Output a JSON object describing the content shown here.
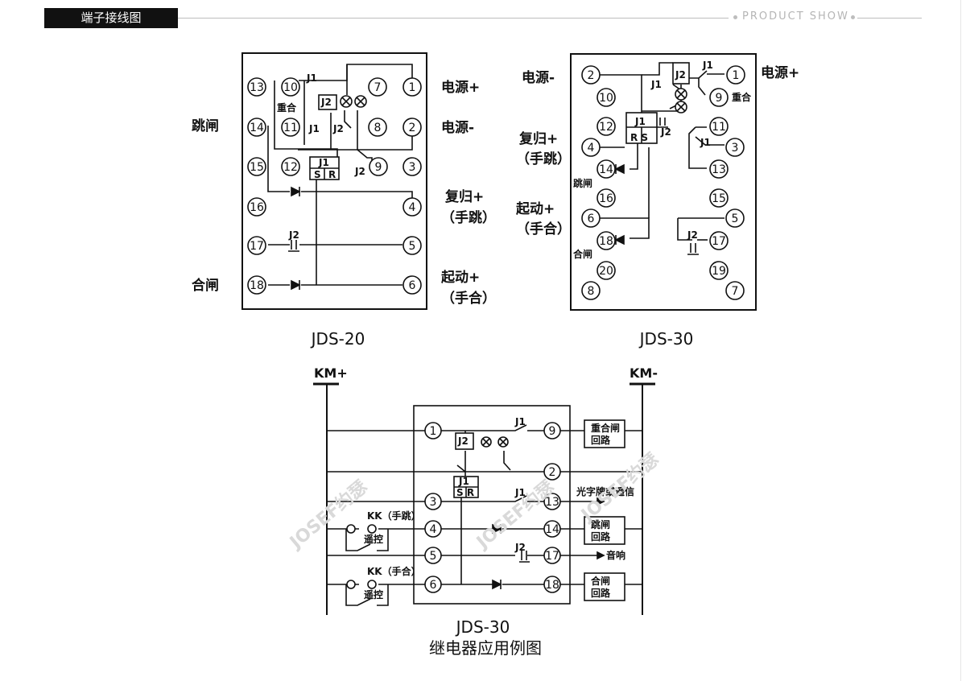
{
  "header": {
    "section_title": "端子接线图",
    "product_show": "PRODUCT SHOW"
  },
  "jds20": {
    "caption": "JDS-20",
    "left_labels": {
      "trip": "跳闸",
      "close": "合闸"
    },
    "right_labels": {
      "power_plus": "电源+",
      "power_minus": "电源-",
      "reset": "复归+",
      "reset_sub": "（手跳）",
      "start": "起动+",
      "start_sub": "（手合）"
    },
    "inner": {
      "j1": "J1",
      "j2": "J2",
      "reclose": "重合",
      "j1_contact": "J1",
      "j2_contact": "J2",
      "j1_relay": "J1",
      "s": "S",
      "r": "R",
      "j2_coil": "J2",
      "j2_bottom": "J2"
    },
    "terminals": [
      "13",
      "10",
      "7",
      "1",
      "11",
      "8",
      "2",
      "14",
      "15",
      "12",
      "9",
      "3",
      "4",
      "16",
      "17",
      "5",
      "18",
      "6"
    ]
  },
  "jds30": {
    "caption": "JDS-30",
    "left_labels": {
      "power_minus": "电源-",
      "reset": "复归+",
      "reset_sub": "（手跳）",
      "start": "起动+",
      "start_sub": "（手合）",
      "trip": "跳闸",
      "close": "合闸"
    },
    "right_labels": {
      "power_plus": "电源+",
      "reclose": "重合"
    },
    "inner": {
      "j1_top": "J1",
      "j2_coil": "J2",
      "j1_left": "J1",
      "j1_relay": "J1",
      "rs": "R S",
      "j2_contact": "J2",
      "j1_mid": "J1",
      "j2_low": "J2"
    },
    "terminals": [
      "2",
      "1",
      "10",
      "9",
      "12",
      "11",
      "4",
      "3",
      "14",
      "13",
      "16",
      "15",
      "6",
      "5",
      "18",
      "17",
      "20",
      "19",
      "8",
      "7"
    ]
  },
  "application": {
    "caption": "JDS-30",
    "subtitle": "继电器应用例图",
    "km_plus": "KM+",
    "km_minus": "KM-",
    "j1": "J1",
    "j2": "J2",
    "j1_relay": "J1",
    "sr": "S R",
    "j2_coil": "J2",
    "j1_contact13": "J1",
    "j2_contact17": "J2",
    "kk_trip": "KK（手跳）",
    "kk_close": "KK（手合）",
    "remote1": "遥控",
    "remote2": "遥控",
    "reclose_circuit": "重合闸",
    "circuit1": "回路",
    "signal": "光字牌或遥信",
    "trip_circuit": "跳闸",
    "circuit2": "回路",
    "sound": "音响",
    "close_circuit": "合闸",
    "circuit3": "回路",
    "terminals": [
      "1",
      "9",
      "2",
      "3",
      "13",
      "4",
      "14",
      "5",
      "17",
      "6",
      "18"
    ],
    "watermark": "JOSEF约瑟"
  },
  "colors": {
    "ink": "#111111",
    "header_bg": "#111111",
    "rule": "#bdbdbd",
    "watermark": "#d8d8d8"
  }
}
